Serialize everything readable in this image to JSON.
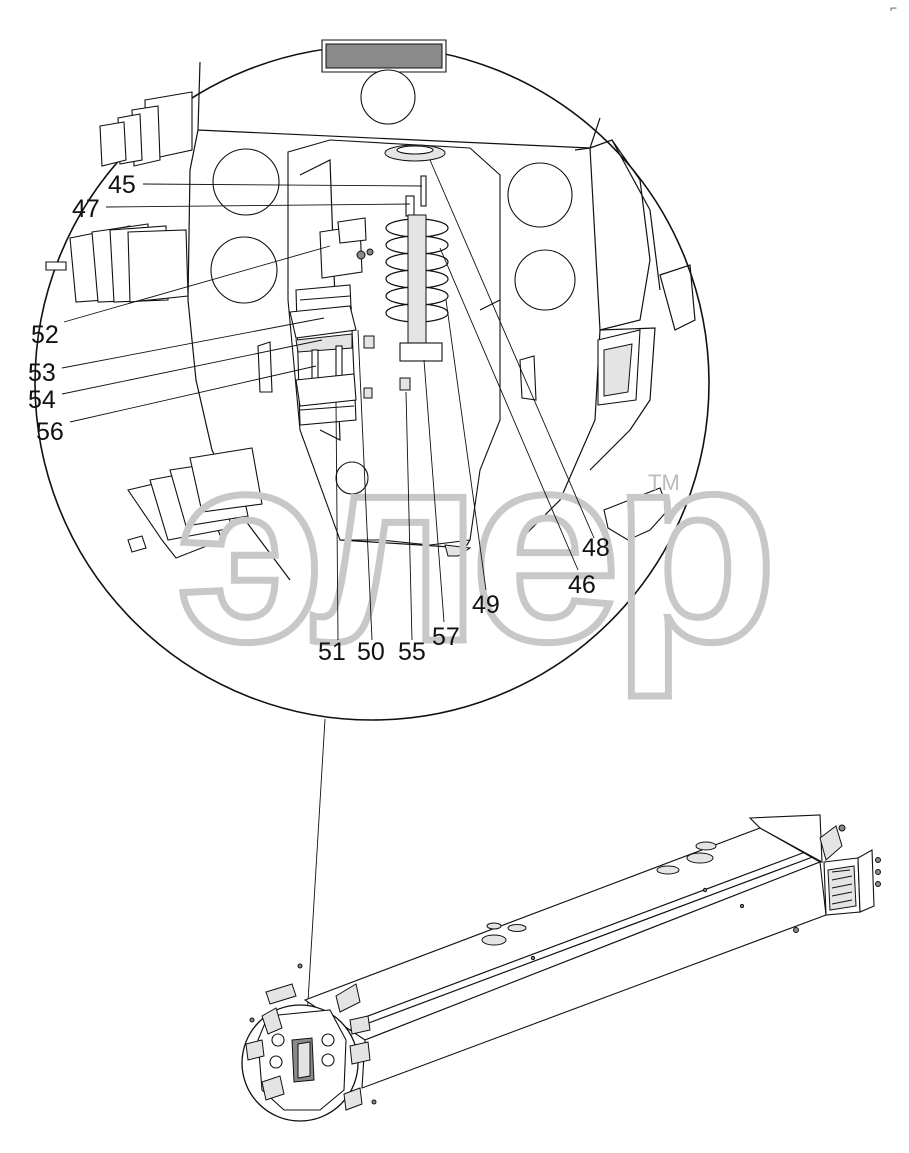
{
  "diagram": {
    "callouts": [
      {
        "id": "45",
        "text": "45"
      },
      {
        "id": "47",
        "text": "47"
      },
      {
        "id": "52",
        "text": "52"
      },
      {
        "id": "53",
        "text": "53"
      },
      {
        "id": "54",
        "text": "54"
      },
      {
        "id": "56",
        "text": "56"
      },
      {
        "id": "48",
        "text": "48"
      },
      {
        "id": "46",
        "text": "46"
      },
      {
        "id": "49",
        "text": "49"
      },
      {
        "id": "57",
        "text": "57"
      },
      {
        "id": "51",
        "text": "51"
      },
      {
        "id": "50",
        "text": "50"
      },
      {
        "id": "55",
        "text": "55"
      }
    ],
    "watermark": {
      "text": "элер",
      "mark": "TM"
    },
    "corner_mark": "⌐"
  }
}
